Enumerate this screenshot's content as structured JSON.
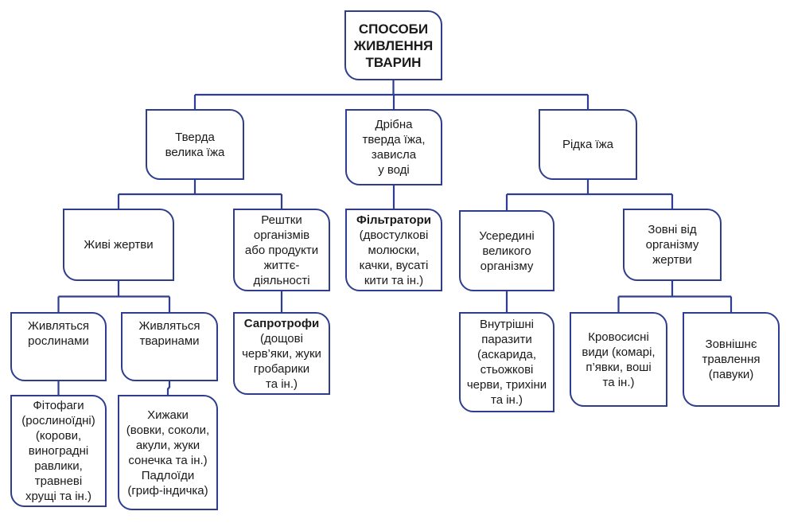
{
  "diagram": {
    "title": "Способи живлення тварин",
    "colors": {
      "border": "#2e3d8f",
      "connector": "#2e3d8f",
      "text": "#1a1a1a",
      "background": "#ffffff"
    },
    "nodes": {
      "root": {
        "lines": [
          "СПОСОБИ",
          "ЖИВЛЕННЯ",
          "ТВАРИН"
        ]
      },
      "solid_large": {
        "lines": [
          "Тверда",
          "велика їжа"
        ]
      },
      "small_suspended": {
        "lines": [
          "Дрібна",
          "тверда їжа,",
          "зависла",
          "у воді"
        ]
      },
      "liquid": {
        "lines": [
          "Рідка їжа"
        ]
      },
      "live_prey": {
        "lines": [
          "Живі жертви"
        ]
      },
      "remains": {
        "lines": [
          "Рештки",
          "організмів",
          "або продукти",
          "життє-",
          "діяльності"
        ]
      },
      "filter_feeders": {
        "bold": "Фільтратори",
        "lines": [
          "(двостулкові",
          "молюски,",
          "качки, вусаті",
          "кити та ін.)"
        ]
      },
      "inside_large": {
        "lines": [
          "Усередині",
          "великого",
          "організму"
        ]
      },
      "outside_victim": {
        "lines": [
          "Зовні від",
          "організму",
          "жертви"
        ]
      },
      "eat_plants": {
        "lines": [
          "Живляться",
          "рослинами"
        ]
      },
      "eat_animals": {
        "lines": [
          "Живляться",
          "тваринами"
        ]
      },
      "saprotrophs": {
        "bold": "Сапротрофи",
        "lines": [
          "(дощові",
          "черв’яки, жуки",
          "гробарики",
          "та ін.)"
        ]
      },
      "internal_parasites": {
        "lines": [
          "Внутрішні",
          "паразити",
          "(аскарида,",
          "стьожкові",
          "черви, трихіни",
          "та ін.)"
        ]
      },
      "bloodsuckers": {
        "lines": [
          "Кровосисні",
          "види (комарі,",
          "п’явки, воші",
          "та ін.)"
        ]
      },
      "external_digestion": {
        "lines": [
          "Зовнішнє",
          "травлення",
          "(павуки)"
        ]
      },
      "phytophages": {
        "lines": [
          "Фітофаги",
          "(рослиноїдні)",
          "(корови,",
          "виноградні",
          "равлики,",
          "травневі",
          "хрущі та ін.)"
        ]
      },
      "predators": {
        "lines": [
          "Хижаки",
          "(вовки, соколи,",
          "акули, жуки",
          "сонечка та ін.)",
          "Падлоїди",
          "(гриф-індичка)"
        ]
      }
    },
    "edges": [
      [
        "root",
        "solid_large"
      ],
      [
        "root",
        "small_suspended"
      ],
      [
        "root",
        "liquid"
      ],
      [
        "solid_large",
        "live_prey"
      ],
      [
        "solid_large",
        "remains"
      ],
      [
        "small_suspended",
        "filter_feeders"
      ],
      [
        "liquid",
        "inside_large"
      ],
      [
        "liquid",
        "outside_victim"
      ],
      [
        "live_prey",
        "eat_plants"
      ],
      [
        "live_prey",
        "eat_animals"
      ],
      [
        "remains",
        "saprotrophs"
      ],
      [
        "inside_large",
        "internal_parasites"
      ],
      [
        "outside_victim",
        "bloodsuckers"
      ],
      [
        "outside_victim",
        "external_digestion"
      ],
      [
        "eat_plants",
        "phytophages"
      ],
      [
        "eat_animals",
        "predators"
      ]
    ]
  }
}
